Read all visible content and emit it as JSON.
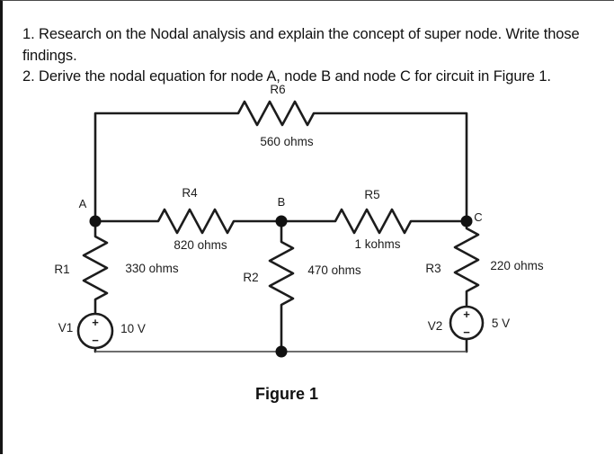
{
  "instructions": {
    "line1": "1. Research on the Nodal analysis and explain the concept of super node. Write those findings.",
    "line2": "2. Derive the nodal equation for node A, node B and node C for circuit in Figure 1."
  },
  "figure": {
    "caption": "Figure 1",
    "nodes": {
      "a": "A",
      "b": "B",
      "c": "C"
    },
    "components": {
      "r1": {
        "label": "R1",
        "value": "330 ohms"
      },
      "r2": {
        "label": "R2",
        "value": "470 ohms"
      },
      "r3": {
        "label": "R3",
        "value": "220 ohms"
      },
      "r4": {
        "label": "R4",
        "value": "820 ohms"
      },
      "r5": {
        "label": "R5",
        "value": "1 kohms"
      },
      "r6": {
        "label": "R6",
        "value": "560 ohms"
      },
      "v1": {
        "label": "V1",
        "value": "10 V",
        "plus": "+",
        "minus": "−"
      },
      "v2": {
        "label": "V2",
        "value": "5 V",
        "plus": "+",
        "minus": "−"
      }
    },
    "colors": {
      "wire": "#1c1c1c",
      "bottom_rail": "#5a5a5a",
      "text": "#111111",
      "background": "#ffffff"
    }
  }
}
